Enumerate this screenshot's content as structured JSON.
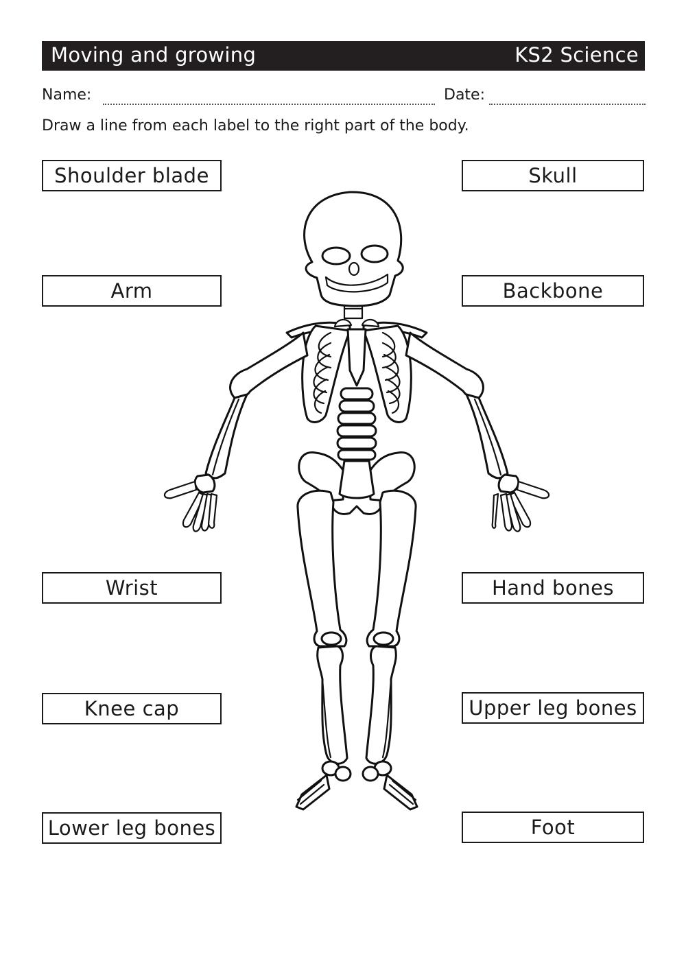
{
  "header": {
    "title": "Moving and growing",
    "subject": "KS2 Science",
    "background_color": "#231f20",
    "text_color": "#ffffff"
  },
  "fields": {
    "name_label": "Name:",
    "date_label": "Date:"
  },
  "instruction": "Draw a line from each label to the right part of the body.",
  "labels": {
    "left": [
      {
        "text": "Shoulder blade"
      },
      {
        "text": "Arm"
      },
      {
        "text": "Wrist"
      },
      {
        "text": "Knee cap"
      },
      {
        "text": "Lower leg bones"
      }
    ],
    "right": [
      {
        "text": "Skull"
      },
      {
        "text": "Backbone"
      },
      {
        "text": "Hand bones"
      },
      {
        "text": "Upper leg bones"
      },
      {
        "text": "Foot"
      }
    ]
  },
  "illustration": {
    "subject": "skeleton-outline",
    "style": "black line art on white"
  }
}
